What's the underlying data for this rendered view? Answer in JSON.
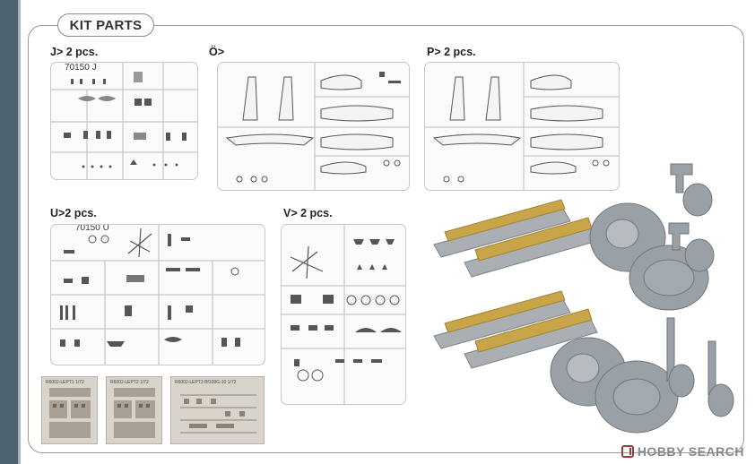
{
  "section_title": "KIT PARTS",
  "sprues": [
    {
      "id": "J",
      "label": "J>  2 pcs.",
      "code": "70150 J"
    },
    {
      "id": "O",
      "label": "Ö>"
    },
    {
      "id": "P",
      "label": "P>  2 pcs."
    },
    {
      "id": "U",
      "label": "U>2 pcs.",
      "code": "70150 U"
    },
    {
      "id": "V",
      "label": "V>  2 pcs."
    }
  ],
  "photo_etch": [
    {
      "text": "R6002-LEPT1 1/72"
    },
    {
      "text": "R6002-LEPT2 1/72"
    },
    {
      "text": "R6002-LEPT3 Bf109G-10 1/72"
    }
  ],
  "watermark": {
    "brand": "HOBBY",
    "suffix": "SEARCH"
  },
  "colors": {
    "accent": "#4f6473",
    "resin_gray": "#9aa1a6",
    "pe_gold": "#c9a54a"
  }
}
